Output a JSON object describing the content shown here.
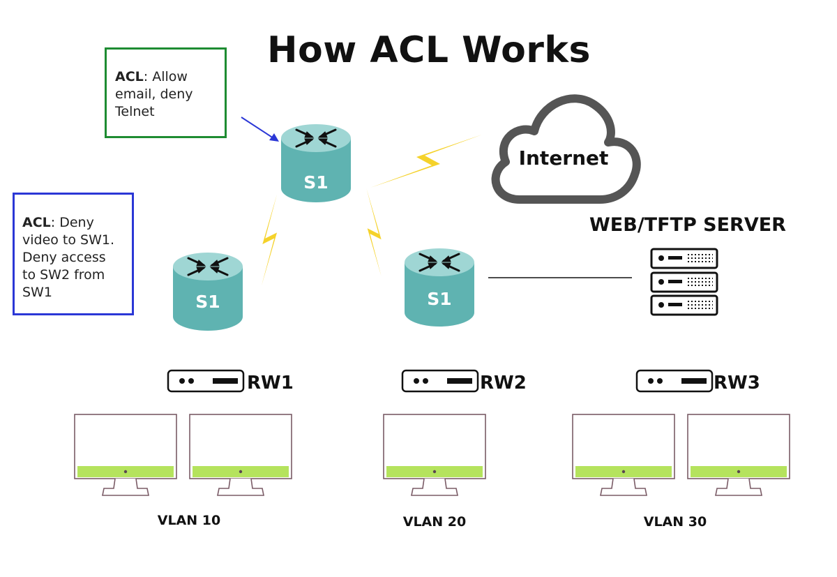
{
  "title": "How ACL Works",
  "acl_boxes": {
    "top": {
      "keyword": "ACL",
      "text": ": Allow email, deny Telnet",
      "line1_rest": ": Allow",
      "line2": "email, deny",
      "line3": "Telnet"
    },
    "left": {
      "keyword": "ACL",
      "line1_rest": ": Deny",
      "line2": "video to SW1.",
      "line3": "Deny access",
      "line4": "to SW2 from",
      "line5": "SW1"
    }
  },
  "switches": [
    {
      "label": "S1"
    },
    {
      "label": "S1"
    },
    {
      "label": "S1"
    }
  ],
  "internet": {
    "label": "Internet"
  },
  "server": {
    "label": "WEB/TFTP SERVER"
  },
  "rack_units": [
    {
      "label": "RW1"
    },
    {
      "label": "RW2"
    },
    {
      "label": "RW3"
    }
  ],
  "vlans": [
    {
      "label": "VLAN 10",
      "monitors": 2
    },
    {
      "label": "VLAN 20",
      "monitors": 1
    },
    {
      "label": "VLAN 30",
      "monitors": 2
    }
  ],
  "colors": {
    "switch_fill": "#5fb3b1",
    "switch_top": "#9fd6d4",
    "bolt": "#f5d22a",
    "acl_green": "#1e8c32",
    "acl_blue": "#2b37d6",
    "screen_bar": "#b5e35d",
    "arrow": "#2b37d6"
  }
}
